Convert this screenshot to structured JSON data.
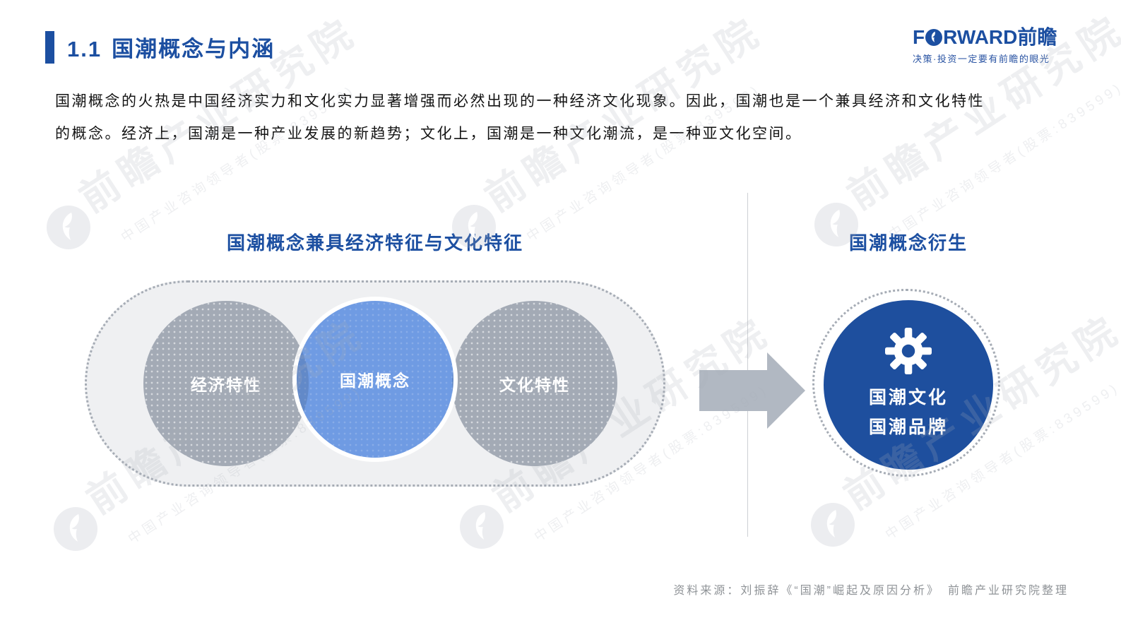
{
  "header": {
    "title_number": "1.1",
    "title_text": "国潮概念与内涵",
    "logo": {
      "brand_f": "F",
      "brand_rest": "RWARD",
      "brand_cn": "前瞻",
      "o_icon": "forward-logo-bird-icon",
      "tagline": "决策·投资一定要有前瞻的眼光"
    }
  },
  "intro": {
    "line1": "国潮概念的火热是中国经济实力和文化实力显著增强而必然出现的一种经济文化现象。因此，国潮也是一个兼具经济和文化特性",
    "line2": "的概念。经济上，国潮是一种产业发展的新趋势；文化上，国潮是一种文化潮流，是一种亚文化空间。"
  },
  "venn": {
    "heading": "国潮概念兼具经济特征与文化特征",
    "circles": [
      {
        "label": "经济特性",
        "style": "gray"
      },
      {
        "label": "国潮概念",
        "style": "blue"
      },
      {
        "label": "文化特性",
        "style": "gray"
      }
    ]
  },
  "derivation": {
    "heading": "国潮概念衍生",
    "icon": "gear-icon",
    "lines": [
      "国潮文化",
      "国潮品牌"
    ]
  },
  "source_note": "资料来源：刘振辞《“国潮”崛起及原因分析》　前瞻产业研究院整理",
  "watermark": {
    "big": "前瞻产业研究院",
    "small": "中国产业咨询领导者(股票:839599)"
  },
  "colors": {
    "accent_blue": "#1C4FA1",
    "venn_blue": "#6F9BE3",
    "derivation_blue": "#1E4F9E",
    "gray_circle": "#A3AAB5",
    "arrow_gray": "#B1B8C2",
    "stadium_fill": "#EFF0F2",
    "source_text": "#8F9397"
  }
}
